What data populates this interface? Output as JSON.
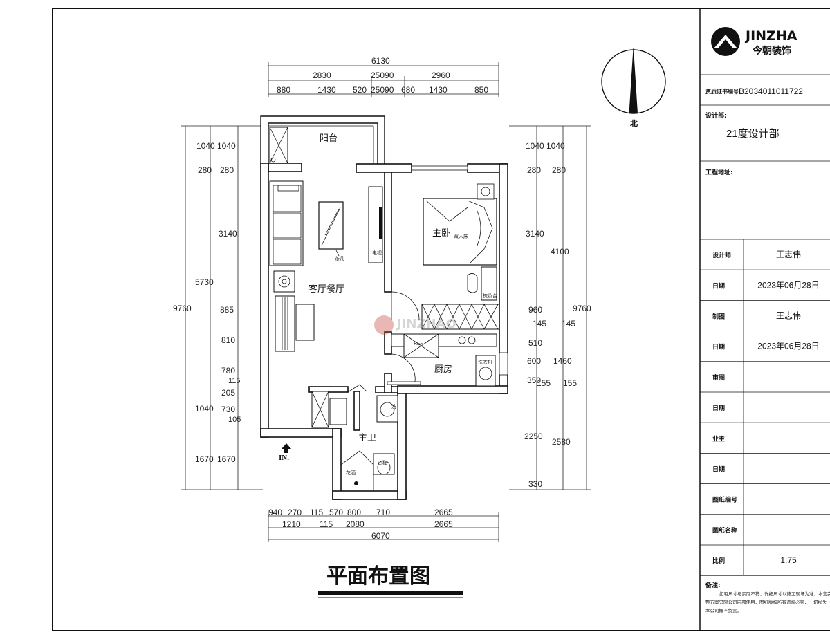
{
  "title_block": {
    "logo_latin": "JINZHA",
    "logo_cn": "今朝装饰",
    "cert_label": "资质证书编号:",
    "cert_no": "B2034011011722",
    "design_label": "设计部:",
    "design_value": "21度设计部",
    "address_label": "工程地址:",
    "rows": [
      {
        "label": "设计师",
        "value": "王志伟"
      },
      {
        "label": "日期",
        "value": "2023年06月28日"
      },
      {
        "label": "制图",
        "value": "王志伟"
      },
      {
        "label": "日期",
        "value": "2023年06月28日"
      },
      {
        "label": "审图",
        "value": ""
      },
      {
        "label": "日期",
        "value": ""
      },
      {
        "label": "业主",
        "value": ""
      },
      {
        "label": "日期",
        "value": ""
      },
      {
        "label": "图纸编号",
        "value": ""
      },
      {
        "label": "图纸名称",
        "value": ""
      },
      {
        "label": "比例",
        "value": "1:75"
      }
    ],
    "notes_label": "备注:",
    "notes_text": [
      "如有尺寸与实际不符，详细尺寸以施工现场为准，本套完",
      "整方案只限公司内部使用，图纸版权所有违规必究，一切损失",
      "本公司概不负责。"
    ]
  },
  "compass": {
    "label": "北"
  },
  "plan": {
    "title": "平面布置图",
    "entrance": "IN.",
    "watermark": "JINZHAO",
    "rooms": {
      "balcony": "阳台",
      "master_bedroom": "主卧",
      "living_dining": "客厅餐厅",
      "kitchen": "厨房",
      "master_bath": "主卫"
    },
    "furniture": {
      "tea_table": "茶几",
      "tv": "电视",
      "double_bed": "双人床",
      "dresser": "梳妆台",
      "fridge": "REF.",
      "washer": "洗衣机",
      "toilet": "马桶",
      "shower": "花洒",
      "basin": "洗"
    }
  },
  "dimensions": {
    "top": [
      "6130",
      "2830",
      "25090",
      "2960",
      "880",
      "1430",
      "520",
      "25090",
      "680",
      "1430",
      "850"
    ],
    "bottom": [
      "940",
      "270",
      "115",
      "570",
      "800",
      "710",
      "2665",
      "1210",
      "115",
      "2080",
      "2665",
      "6070"
    ],
    "left_outer": "9760",
    "left_mid": [
      "5730",
      "1040",
      "1670"
    ],
    "left_inner": [
      "1040",
      "1040",
      "280",
      "280",
      "3140",
      "885",
      "810",
      "780",
      "115",
      "205",
      "730",
      "105",
      "1670"
    ],
    "right_inner": [
      "1040",
      "1040",
      "280",
      "280",
      "3140",
      "960",
      "145",
      "145",
      "510",
      "600",
      "350",
      "155",
      "155",
      "2250",
      "330"
    ],
    "right_mid": [
      "4100",
      "1460",
      "2580"
    ],
    "right_outer": "9760"
  }
}
